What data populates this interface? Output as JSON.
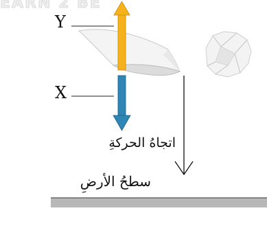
{
  "watermark": {
    "text": "EARN 2 BE"
  },
  "labels": {
    "force_y": "Y",
    "force_x": "X",
    "motion_direction": "اتجاهُ الحركةِ",
    "ground_surface": "سطحُ الأرضِ"
  },
  "colors": {
    "force_y_arrow": "#f5b21b",
    "force_x_arrow": "#2f86b5",
    "ground": "#b8b8b8",
    "paper_sheet": "#f2f2f2"
  },
  "icons": {
    "sheet": "flat-paper-sheet-icon",
    "crumpled": "crumpled-paper-ball-icon"
  }
}
